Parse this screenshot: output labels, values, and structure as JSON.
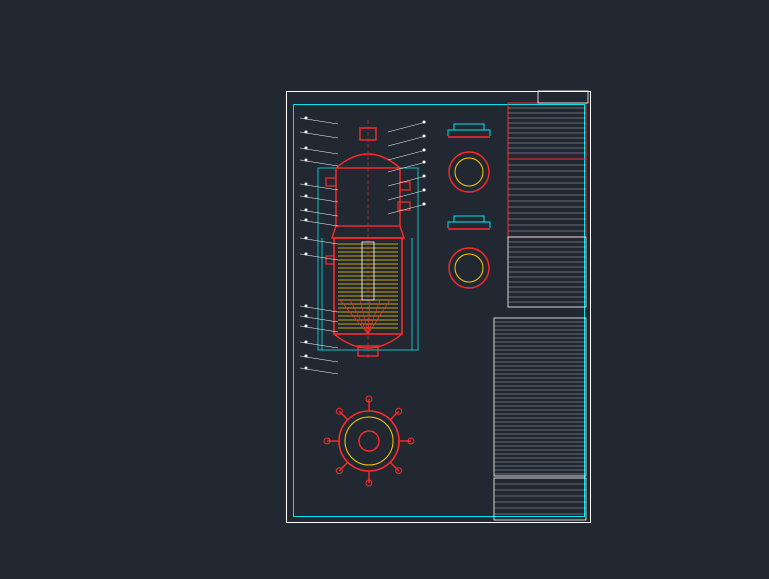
{
  "app": {
    "background": "#222831"
  },
  "palette": {
    "sheet_border": "#ffffff",
    "frame": "#00e5ee",
    "vessel": "#ff2a2a",
    "hatch": "#ffcc00",
    "leader": "#ffffff",
    "table_line": "#ffffff",
    "table_accent": "#ff2a2a"
  },
  "drawing": {
    "views": [
      "elevation-section",
      "plan-view",
      "nozzle-detail-top",
      "nozzle-detail-bottom"
    ]
  }
}
